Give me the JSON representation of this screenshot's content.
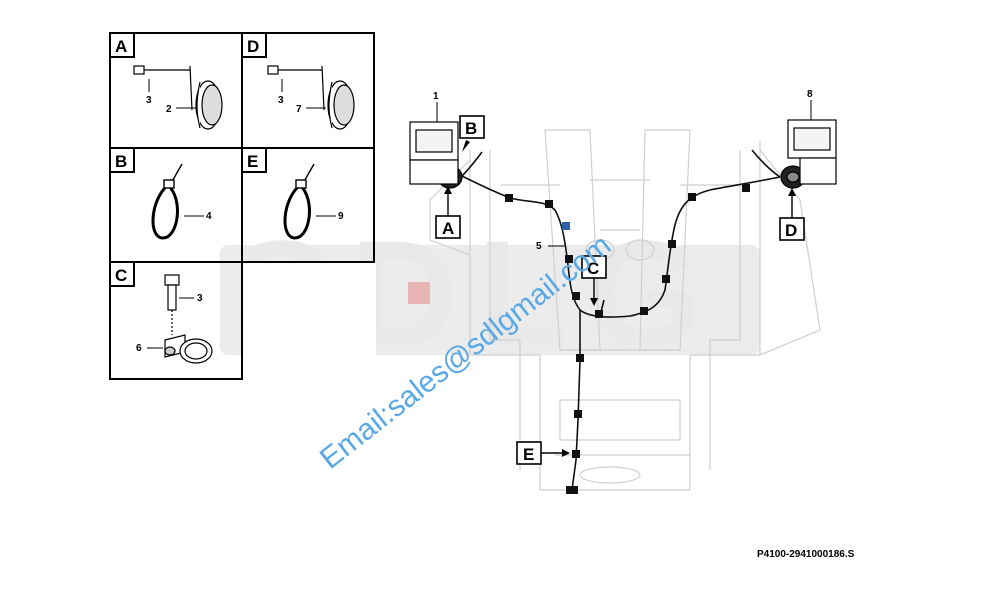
{
  "watermark": {
    "logo_text": "SDLG",
    "email_text": "Email:sales@sdlgmail.com",
    "logo_color": "#e8e8e8",
    "email_color": "#5aa9e6"
  },
  "detail_panels": [
    {
      "letter": "A",
      "callouts": [
        "3",
        "2"
      ]
    },
    {
      "letter": "D",
      "callouts": [
        "3",
        "7"
      ]
    },
    {
      "letter": "B",
      "callouts": [
        "4"
      ]
    },
    {
      "letter": "E",
      "callouts": [
        "9"
      ]
    },
    {
      "letter": "C",
      "callouts": [
        "3",
        "6"
      ]
    }
  ],
  "main_view": {
    "callouts": [
      "1",
      "8",
      "5"
    ],
    "view_letters": [
      "B",
      "A",
      "D",
      "C",
      "E"
    ]
  },
  "document_number": "P4100-2941000186.S"
}
